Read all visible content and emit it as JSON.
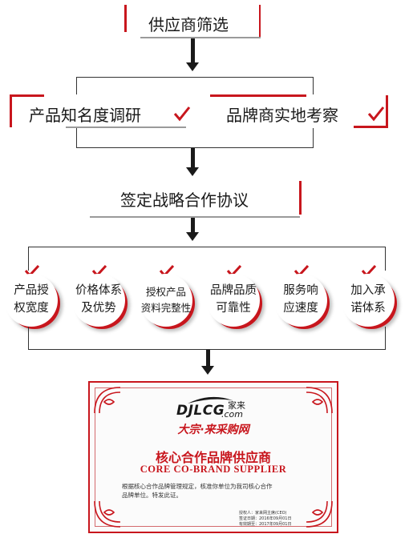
{
  "steps": {
    "screening": "供应商筛选",
    "research": "产品知名度调研",
    "field_visit": "品牌商实地考察",
    "agreement": "签定战略合作协议"
  },
  "criteria": [
    {
      "line1": "产品授",
      "line2": "权宽度"
    },
    {
      "line1": "价格体系",
      "line2": "及优势"
    },
    {
      "line1": "授权产品",
      "line2": "资料完整性"
    },
    {
      "line1": "品牌品质",
      "line2": "可靠性"
    },
    {
      "line1": "服务响",
      "line2": "应速度"
    },
    {
      "line1": "加入承",
      "line2": "诺体系"
    }
  ],
  "certificate": {
    "logo_main": "DJLCG",
    "logo_com": ".com",
    "logo_jialai": "家来",
    "site_name": "大宗·来采购网",
    "title_cn": "核心合作品牌供应商",
    "title_en": "CORE CO-BRAND SUPPLIER",
    "body_line1": "根据核心合作品牌管理规定，核准你单位为我司核心合作",
    "body_line2": "品牌单位。特发此证。",
    "footer_issuer": "授权人：家来网主席(CEO)",
    "footer_date_issued": "签证日期：2016年09月01日",
    "footer_date_valid": "有效期至：2017年09月01日"
  },
  "colors": {
    "accent": "#c8161d",
    "text": "#1a1a1a"
  },
  "icons": {
    "check": "check-icon",
    "arrow": "down-arrow-icon"
  }
}
